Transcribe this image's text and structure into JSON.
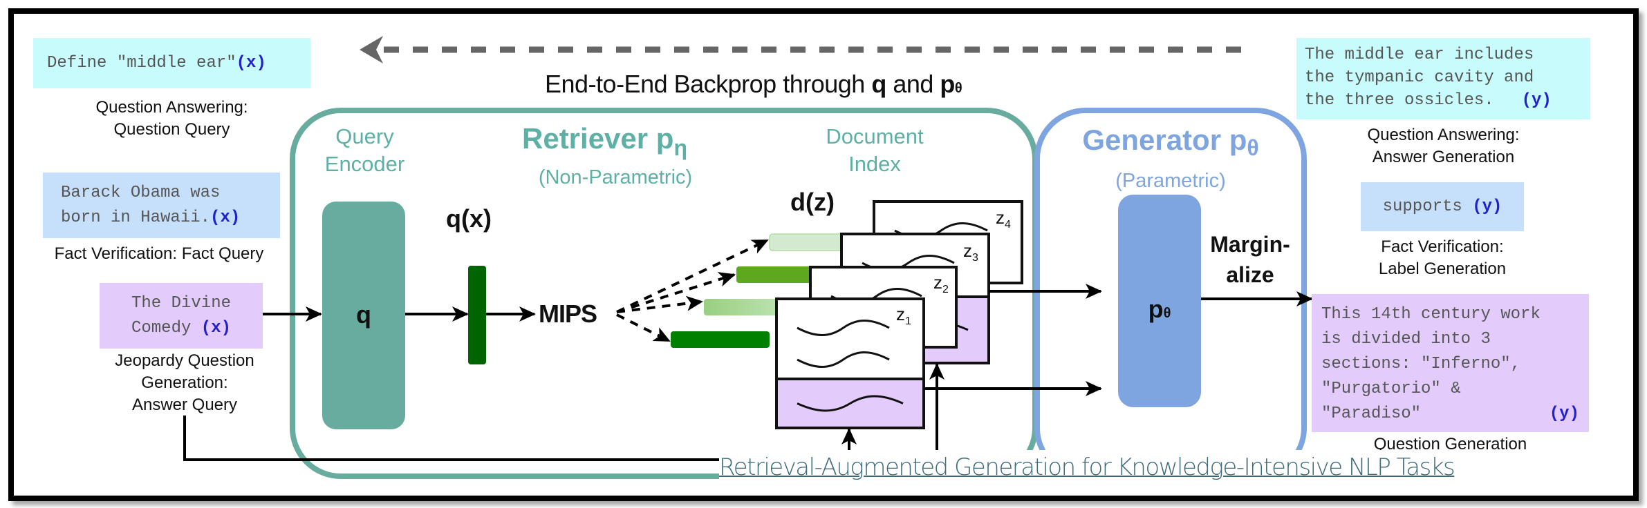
{
  "backprop": {
    "label_prefix": "End-to-End Backprop through ",
    "q": "q",
    "and": " and ",
    "p": "p",
    "theta_sub": "θ"
  },
  "inputs": [
    {
      "text": "Define \"middle ear\"",
      "var": "(x)",
      "task": [
        "Question Answering:",
        "Question Query"
      ]
    },
    {
      "text_lines": [
        "Barack Obama was",
        "born in Hawaii."
      ],
      "var": "(x)",
      "task": [
        "Fact Verification: Fact Query"
      ]
    },
    {
      "text_lines": [
        "The Divine",
        "Comedy"
      ],
      "var": "(x)",
      "task": [
        "Jeopardy Question",
        "Generation:",
        "Answer Query"
      ]
    }
  ],
  "retriever": {
    "title": "Retriever p",
    "title_sub": "η",
    "subtitle": "(Non-Parametric)",
    "query_encoder": [
      "Query",
      "Encoder"
    ],
    "q_label": "q",
    "qx_label": "q(x)",
    "mips_label": "MIPS",
    "doc_index": [
      "Document",
      "Index"
    ],
    "dz_label": "d(z)",
    "docs": [
      {
        "name": "z",
        "sub": "1"
      },
      {
        "name": "z",
        "sub": "2"
      },
      {
        "name": "z",
        "sub": "3"
      },
      {
        "name": "z",
        "sub": "4"
      }
    ]
  },
  "generator": {
    "title": "Generator p",
    "title_sub": "θ",
    "subtitle": "(Parametric)",
    "p_label": "p",
    "p_sub": "θ",
    "marginalize": [
      "Margin-",
      "alize"
    ]
  },
  "outputs": [
    {
      "text_lines": [
        "The middle ear includes",
        "the tympanic cavity and",
        "the three ossicles."
      ],
      "var": "(y)",
      "task": [
        "Question Answering:",
        "Answer Generation"
      ]
    },
    {
      "text": "supports",
      "var": "(y)",
      "task": [
        "Fact Verification:",
        "Label Generation"
      ]
    },
    {
      "text_lines": [
        "This 14th century work",
        "is divided into 3",
        "sections: \"Inferno\",",
        "\"Purgatorio\" &",
        "\"Paradiso\""
      ],
      "var": "(y)",
      "task": [
        "Question Generation"
      ]
    }
  ],
  "caption_link": "Retrieval-Augmented Generation for Knowledge-Intensive NLP Tasks",
  "colors": {
    "retriever": "#68ab9f",
    "generator": "#7ea5e0",
    "qx_bar": "#006400",
    "doc_bars": [
      "#008000",
      "#a8d89a",
      "#5ea81f",
      "#d4ead0"
    ],
    "cyan": "#c8fcfc",
    "blue": "#c6dffa",
    "purple": "#e3ccfb",
    "var": "#2222cc"
  }
}
